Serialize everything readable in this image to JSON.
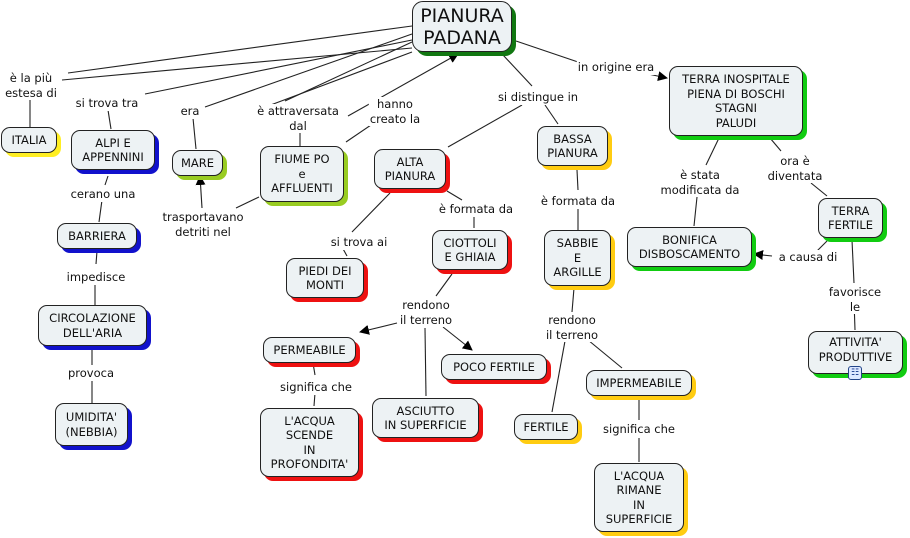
{
  "concept_map": {
    "root": "PIANURA\nPADANA",
    "nodes": {
      "italia": "ITALIA",
      "alpi": "ALPI E\nAPPENNINI",
      "mare": "MARE",
      "fiume": "FIUME PO\ne\nAFFLUENTI",
      "alta": "ALTA\nPIANURA",
      "bassa": "BASSA\nPIANURA",
      "terra_inospitale": "TERRA INOSPITALE\nPIENA DI BOSCHI\nSTAGNI\nPALUDI",
      "barriera": "BARRIERA",
      "circolazione": "CIRCOLAZIONE\nDELL'ARIA",
      "umidita": "UMIDITA'\n(NEBBIA)",
      "piedi": "PIEDI DEI\nMONTI",
      "ciottoli": "CIOTTOLI\nE GHIAIA",
      "permeabile": "PERMEABILE",
      "poco_fertile": "POCO FERTILE",
      "asciutto": "ASCIUTTO\nIN SUPERFICIE",
      "acqua_scende": "L'ACQUA\nSCENDE\nIN\nPROFONDITA'",
      "sabbie": "SABBIE\nE\nARGILLE",
      "fertile": "FERTILE",
      "impermeabile": "IMPERMEABILE",
      "acqua_rimane": "L'ACQUA\nRIMANE\nIN\nSUPERFICIE",
      "bonifica": "BONIFICA\nDISBOSCAMENTO",
      "terra_fertile": "TERRA\nFERTILE",
      "attivita": "ATTIVITA'\nPRODUTTIVE"
    },
    "links": {
      "piu_estesa": "è la più\nestesa di",
      "si_trova_tra": "si trova tra",
      "era": "era",
      "attraversata": "è attraversata\ndal",
      "hanno_creato": "hanno\ncreato la",
      "si_distingue": "si distingue in",
      "in_origine": "in origine era",
      "cerano": "cerano una",
      "impedisce": "impedisce",
      "provoca": "provoca",
      "trasportavano": "trasportavano\ndetriti nel",
      "si_trova_ai": "si trova ai",
      "formata_alta": "è formata da",
      "rendono_alta": "rendono\nil terreno",
      "significa_perm": "significa che",
      "formata_bassa": "è formata da",
      "rendono_bassa": "rendono\nil terreno",
      "significa_imperm": "significa che",
      "modificata": "è stata\nmodificata da",
      "ora_diventata": "ora è\ndiventata",
      "a_causa": "a causa di",
      "favorisce": "favorisce le"
    },
    "submap_icon": "concept-map-link-icon"
  }
}
